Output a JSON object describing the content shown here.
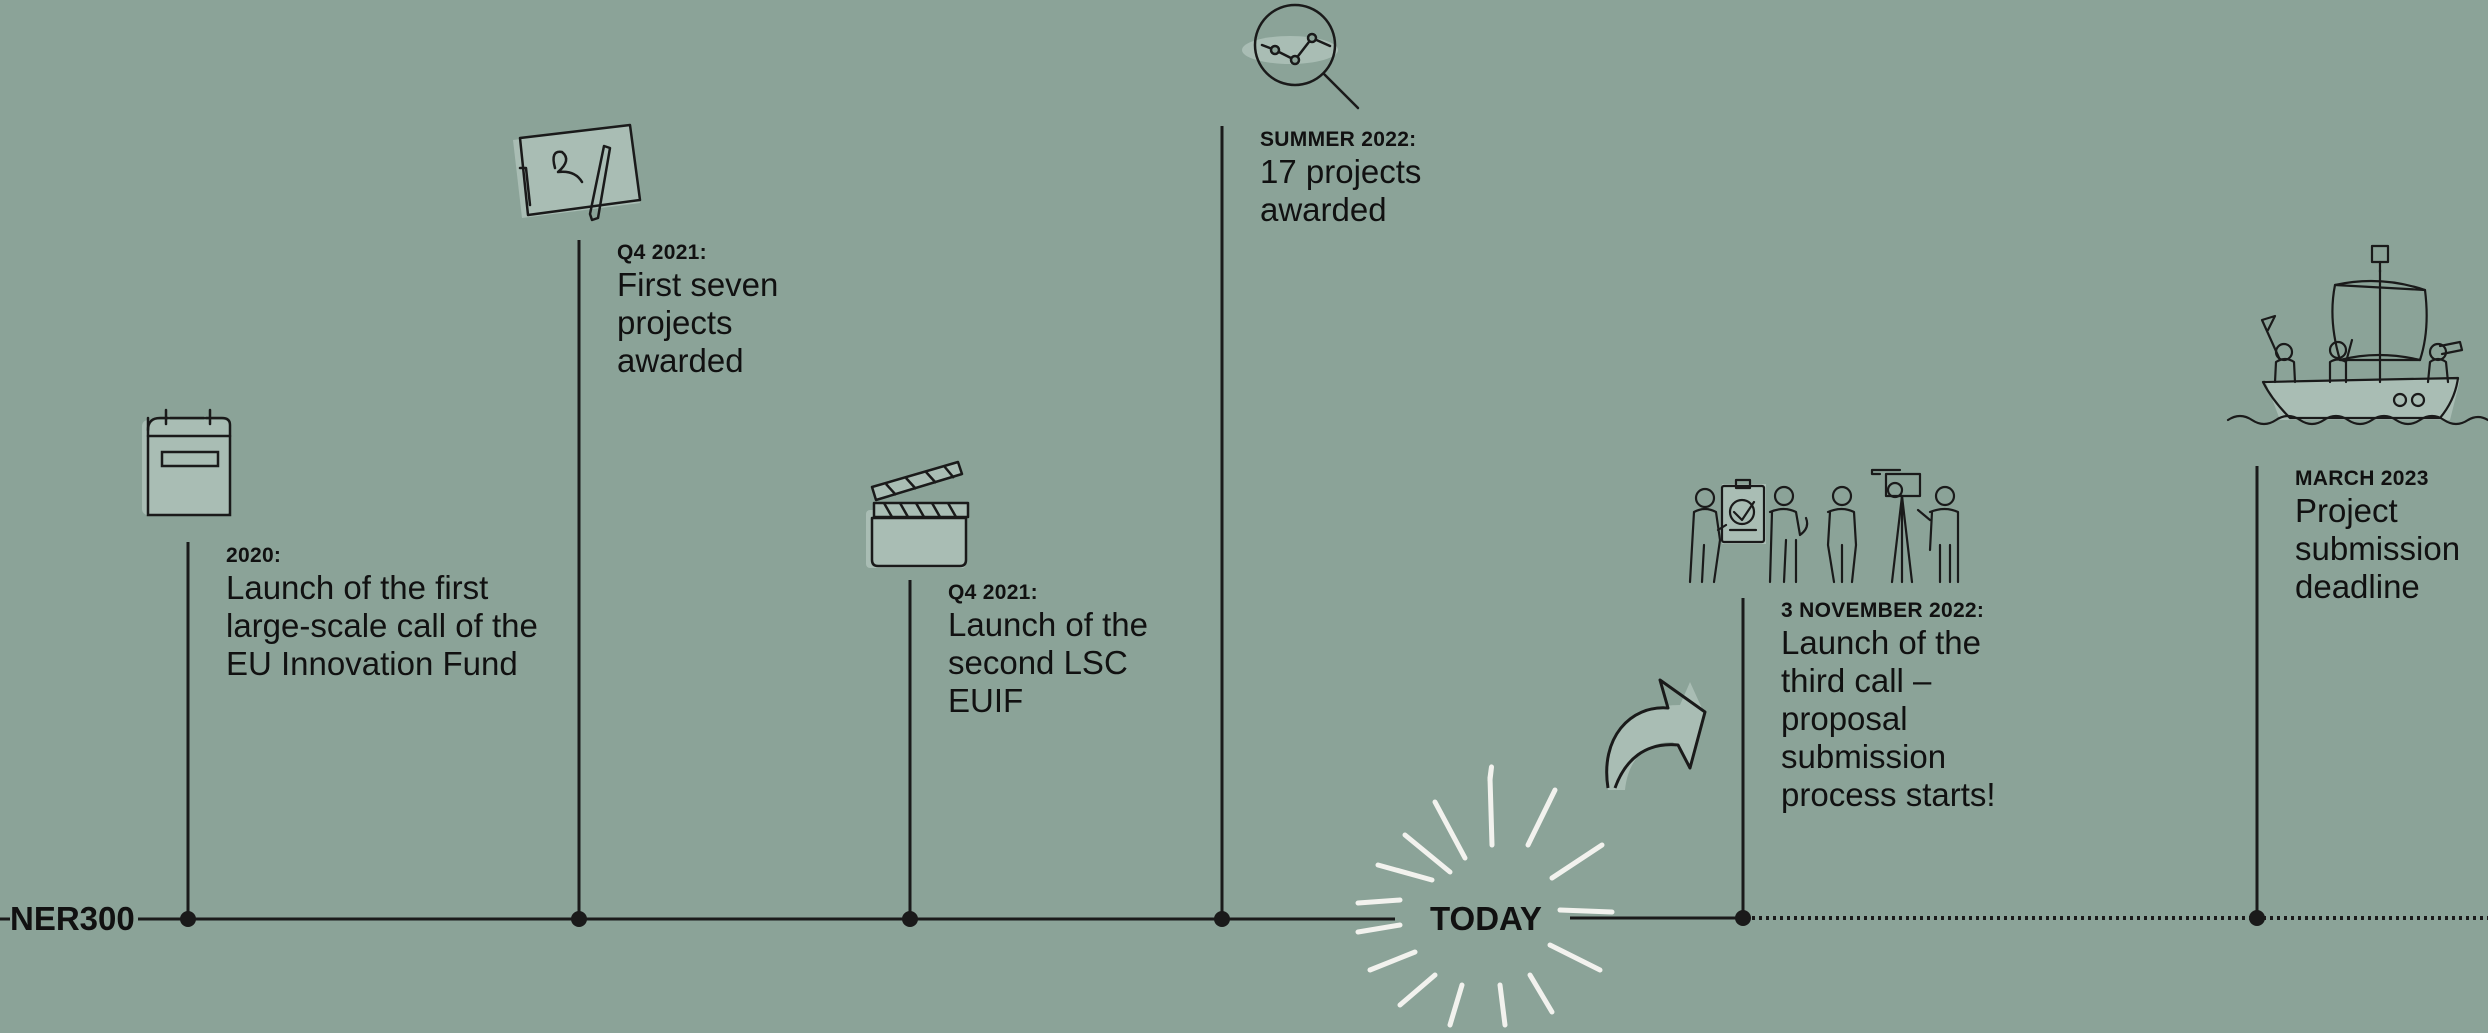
{
  "timeline": {
    "start_label": "NER300",
    "today_label": "TODAY",
    "colors": {
      "background": "#8ba398",
      "ink": "#1a1a1a",
      "icon_fill": "#a9bdb4",
      "burst": "#f2f2ee"
    },
    "events": [
      {
        "date": "2020:",
        "text": "Launch of the first large-scale call of the EU Innovation Fund",
        "icon": "calendar-icon"
      },
      {
        "date": "Q4 2021:",
        "text": "First seven projects awarded",
        "icon": "sketch-tablet-icon"
      },
      {
        "date": "Q4 2021:",
        "text": "Launch of the second LSC EUIF",
        "icon": "clapperboard-icon"
      },
      {
        "date": "SUMMER 2022:",
        "text": "17 projects awarded",
        "icon": "magnifier-chart-icon"
      },
      {
        "date": "3 NOVEMBER 2022:",
        "text": "Launch of the third call – proposal submission process starts!",
        "icon": "team-people-icon"
      },
      {
        "date": "MARCH 2023",
        "text": "Project submission deadline",
        "icon": "sailing-ship-icon"
      }
    ]
  }
}
